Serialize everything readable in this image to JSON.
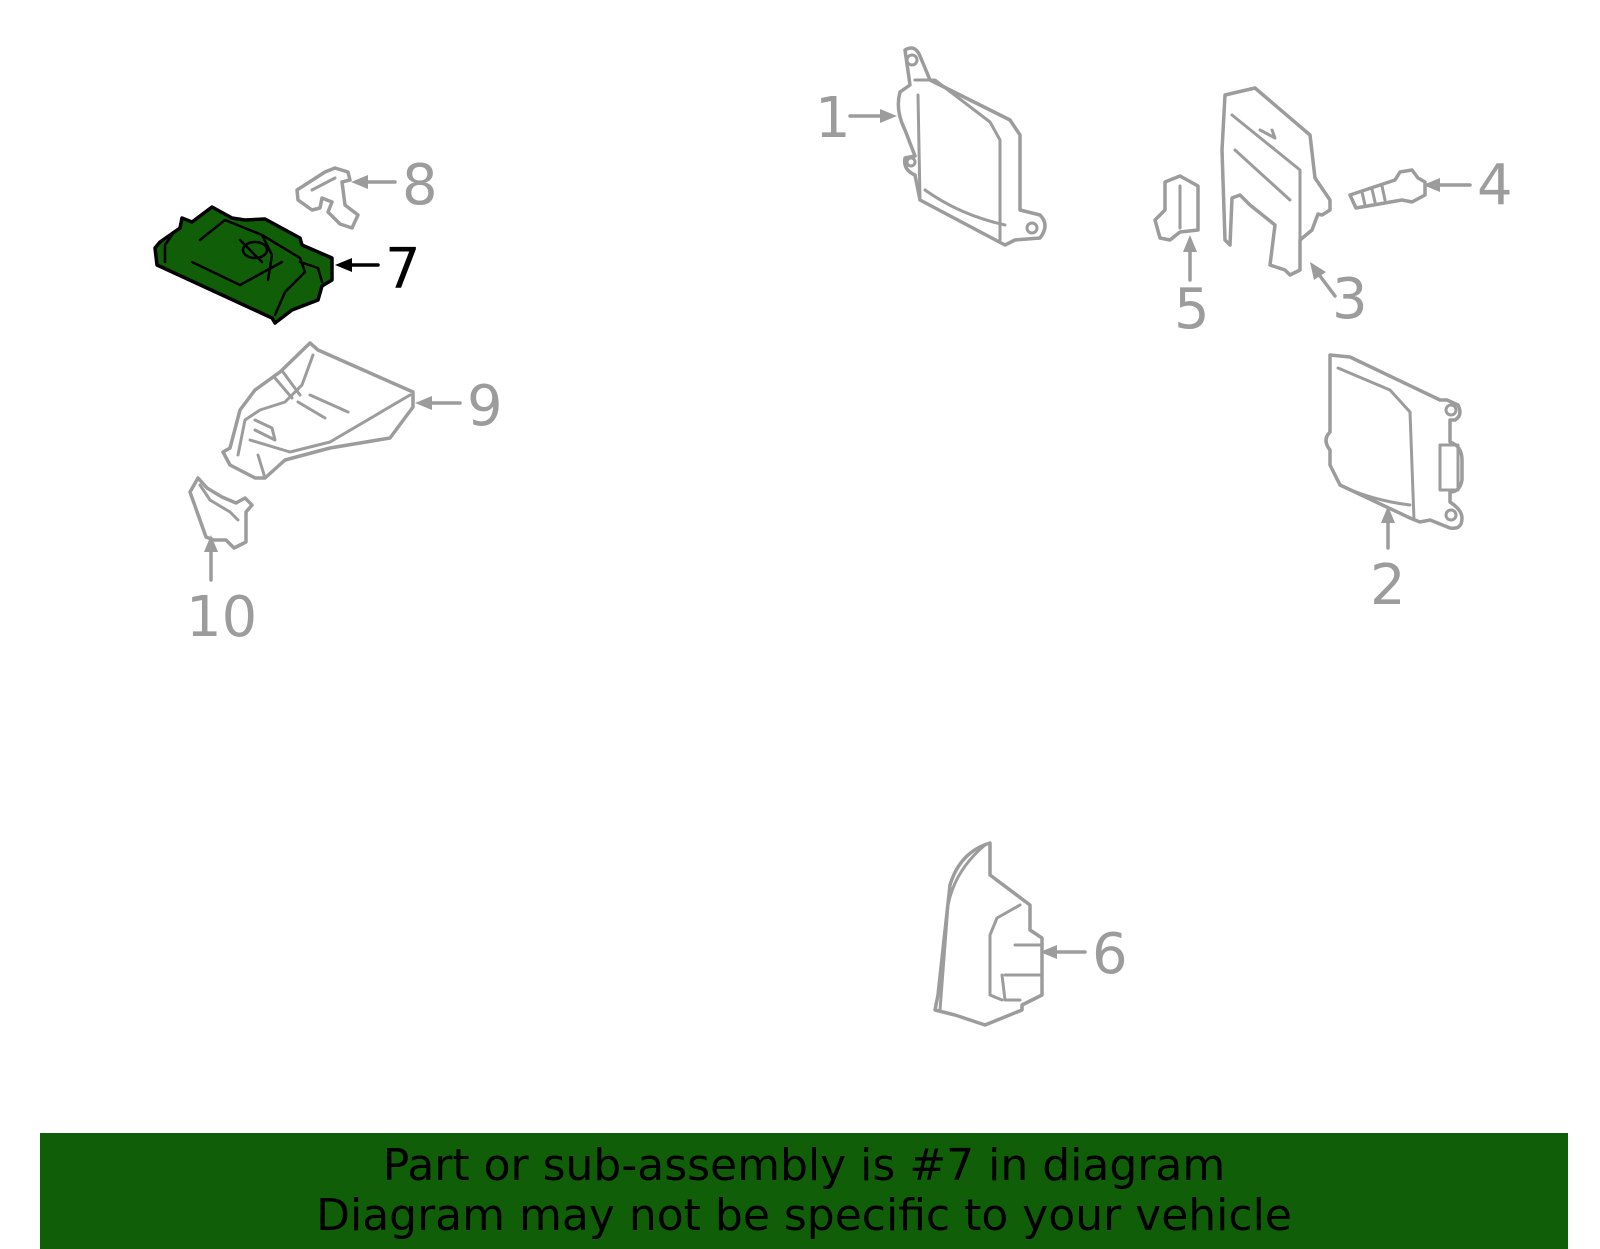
{
  "colors": {
    "highlight_fill": "#105e08",
    "banner_background": "#105e08",
    "part_outline": "#9c9c9c",
    "highlight_outline": "#000000",
    "background": "#ffffff"
  },
  "callouts": {
    "c1": "1",
    "c2": "2",
    "c3": "3",
    "c4": "4",
    "c5": "5",
    "c6": "6",
    "c7": "7",
    "c8": "8",
    "c9": "9",
    "c10": "10"
  },
  "highlighted_part": "7",
  "banner": {
    "line1": "Part or sub-assembly is #7 in diagram",
    "line2": "Diagram may not be specific to your vehicle"
  }
}
